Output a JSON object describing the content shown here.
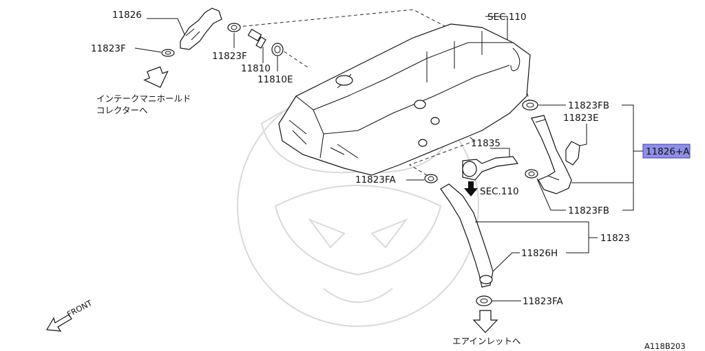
{
  "labels": {
    "p11826_top": "11826",
    "p11823F_left": "11823F",
    "p11823F_mid": "11823F",
    "p11810": "11810",
    "p11810E": "11810E",
    "intake_line1": "インテークマニホールド",
    "intake_line2": "コレクターへ",
    "sec110_top": "SEC.110",
    "p11823FB_top": "11823FB",
    "p11823E": "11823E",
    "p11826A": "11826+A",
    "p11835": "11835",
    "p11823FA_left": "11823FA",
    "sec110_arrow": "SEC.110",
    "p11823FB_bottom": "11823FB",
    "p11823": "11823",
    "p11826H": "11826H",
    "p11823FA_bottom": "11823FA",
    "air_inlet": "エアインレットへ",
    "front": "FRONT",
    "diagram_code": "A118B203"
  },
  "highlight_color": "#8f8fe6",
  "icons": [
    "arrow-down-outline-icon",
    "arrow-down-solid-icon",
    "front-arrow-icon"
  ]
}
